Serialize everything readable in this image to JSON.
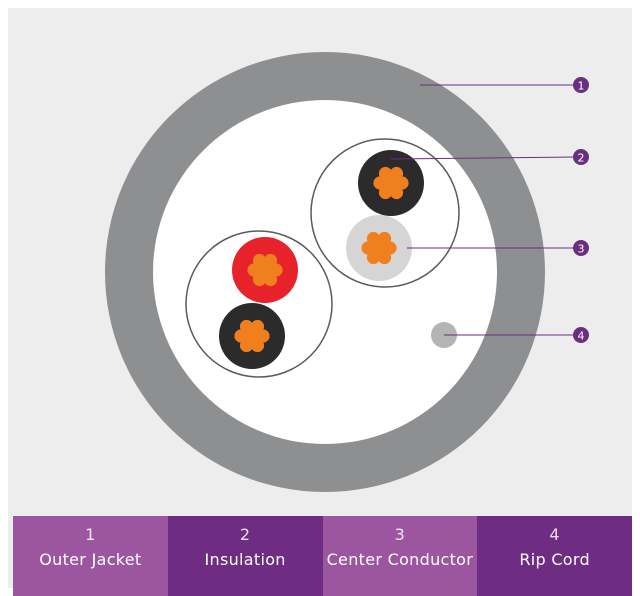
{
  "callouts": [
    {
      "number": "1"
    },
    {
      "number": "2"
    },
    {
      "number": "3"
    },
    {
      "number": "4"
    }
  ],
  "legend": [
    {
      "number": "1",
      "label": "Outer Jacket"
    },
    {
      "number": "2",
      "label": "Insulation"
    },
    {
      "number": "3",
      "label": "Center Conductor"
    },
    {
      "number": "4",
      "label": "Rip Cord"
    }
  ],
  "colors": {
    "background": "#ededed",
    "jacket": "#8e8f91",
    "interior": "#ffffff",
    "conductor_strand": "#f07f1e",
    "insulation_black": "#2b2b2b",
    "insulation_red": "#e8222a",
    "insulation_light": "#d5d5d5",
    "rip_cord": "#b4b4b4",
    "callout_purple": "#6a2e7e",
    "legend_light": "#9c569f",
    "legend_dark": "#6e2c83"
  }
}
